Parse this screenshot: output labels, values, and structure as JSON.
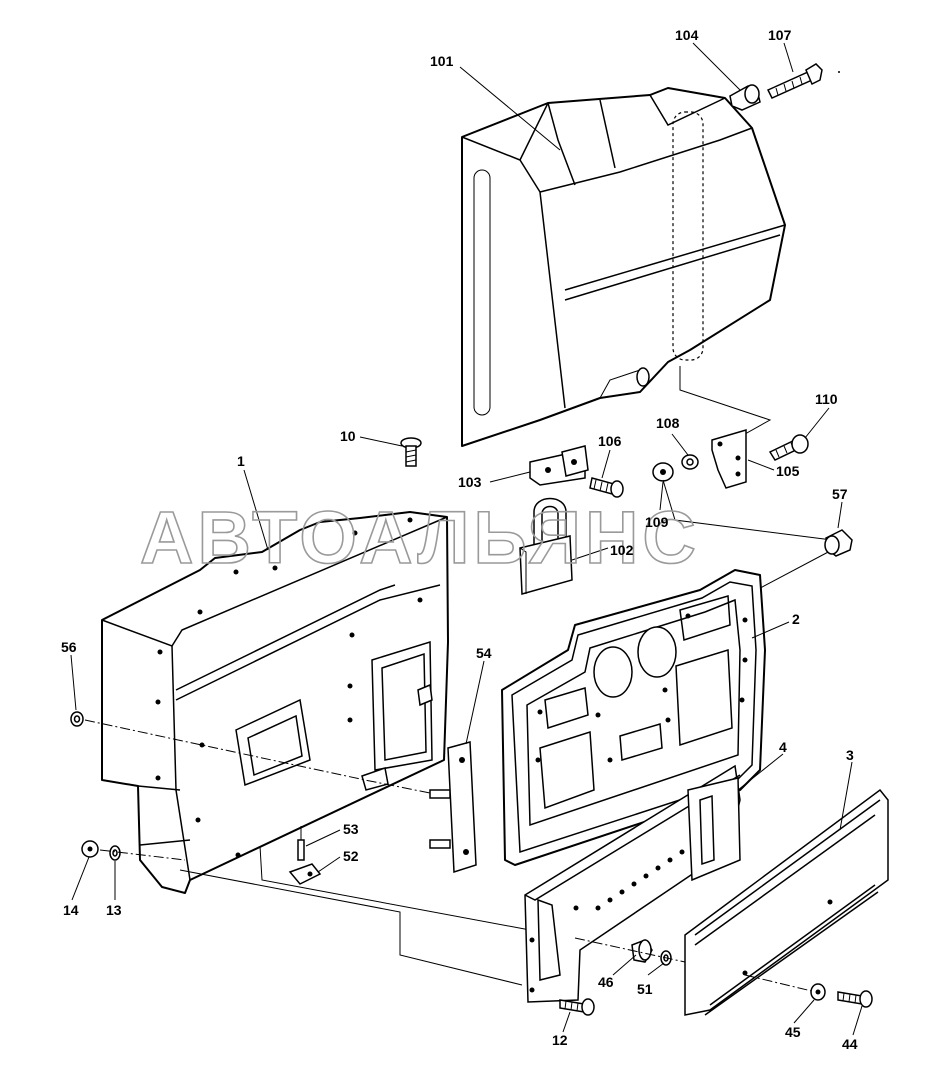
{
  "watermark": "АВТОАЛЬЯНС",
  "callouts": {
    "c101": "101",
    "c104": "104",
    "c107": "107",
    "c10": "10",
    "c1": "1",
    "c103": "103",
    "c106": "106",
    "c108": "108",
    "c110": "110",
    "c105": "105",
    "c109": "109",
    "c102": "102",
    "c57": "57",
    "c2": "2",
    "c56": "56",
    "c54": "54",
    "c4": "4",
    "c3": "3",
    "c53": "53",
    "c52": "52",
    "c14": "14",
    "c13": "13",
    "c46": "46",
    "c51": "51",
    "c12": "12",
    "c45": "45",
    "c44": "44"
  }
}
